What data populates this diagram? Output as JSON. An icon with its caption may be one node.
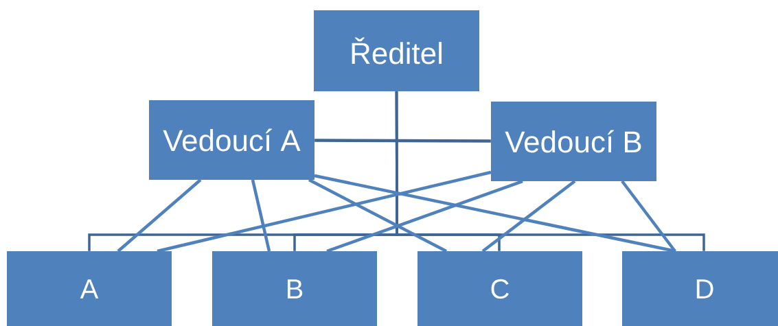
{
  "diagram": {
    "nodes": [
      {
        "text": [
          "Ředitel"
        ]
      },
      {
        "text": [
          "Vedoucí A"
        ]
      },
      {
        "text": [
          "Vedoucí B"
        ]
      },
      {
        "text": [
          "A"
        ]
      },
      {
        "text": [
          "B"
        ]
      },
      {
        "text": [
          "C"
        ]
      },
      {
        "text": [
          "D"
        ]
      }
    ],
    "edges": [
      {
        "from": 0,
        "to": 3,
        "arrow": "none",
        "color": "#3c6697"
      },
      {
        "from": 0,
        "to": 4,
        "arrow": "none",
        "color": "#3c6697"
      },
      {
        "from": 0,
        "to": 5,
        "arrow": "none",
        "color": "#3c6697"
      },
      {
        "from": 0,
        "to": 6,
        "arrow": "none",
        "color": "#3c6697"
      },
      {
        "from": 1,
        "to": 2,
        "arrow": "none",
        "color": "#3c6697"
      },
      {
        "from": 1,
        "to": 3,
        "arrow": "none"
      },
      {
        "from": 1,
        "to": 4,
        "arrow": "none"
      },
      {
        "from": 1,
        "to": 5,
        "arrow": "none"
      },
      {
        "from": 1,
        "to": 6,
        "arrow": "none"
      },
      {
        "from": 2,
        "to": 3,
        "arrow": "none"
      },
      {
        "from": 2,
        "to": 4,
        "arrow": "none"
      },
      {
        "from": 2,
        "to": 5,
        "arrow": "none"
      },
      {
        "from": 2,
        "to": 6,
        "arrow": "none"
      }
    ]
  }
}
